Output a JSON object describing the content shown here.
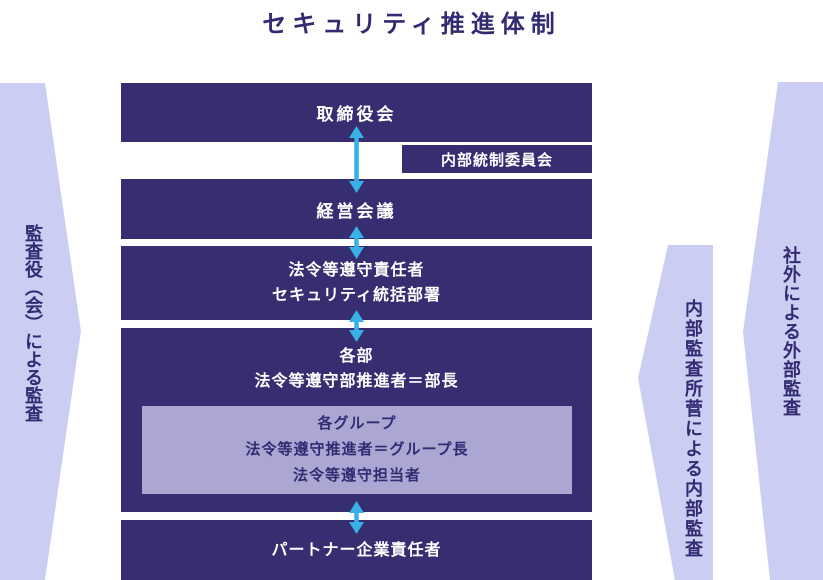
{
  "title": "セキュリティ推進体制",
  "colors": {
    "box_fill": "#372e72",
    "box_text": "#ffffff",
    "banner_fill": "#cbcdf3",
    "dark_text": "#322b72",
    "group_box_fill": "#aca6d3",
    "arrow": "#38b1e8"
  },
  "banners": {
    "left": "監査役（会）による監査",
    "inner_right": "内部監査所菅による内部監査",
    "outer_right": "社外による外部監査"
  },
  "nodes": {
    "board": {
      "lines": [
        "取締役会"
      ]
    },
    "committee": {
      "lines": [
        "内部統制委員会"
      ]
    },
    "management": {
      "lines": [
        "経営会議"
      ]
    },
    "compliance": {
      "lines": [
        "法令等遵守責任者",
        "セキュリティ統括部署"
      ]
    },
    "departments": {
      "lines": [
        "各部",
        "法令等遵守部推進者＝部長"
      ]
    },
    "groups": {
      "lines": [
        "各グループ",
        "法令等遵守推進者＝グループ長",
        "法令等遵守担当者"
      ]
    },
    "partner": {
      "lines": [
        "パートナー企業責任者"
      ]
    }
  }
}
